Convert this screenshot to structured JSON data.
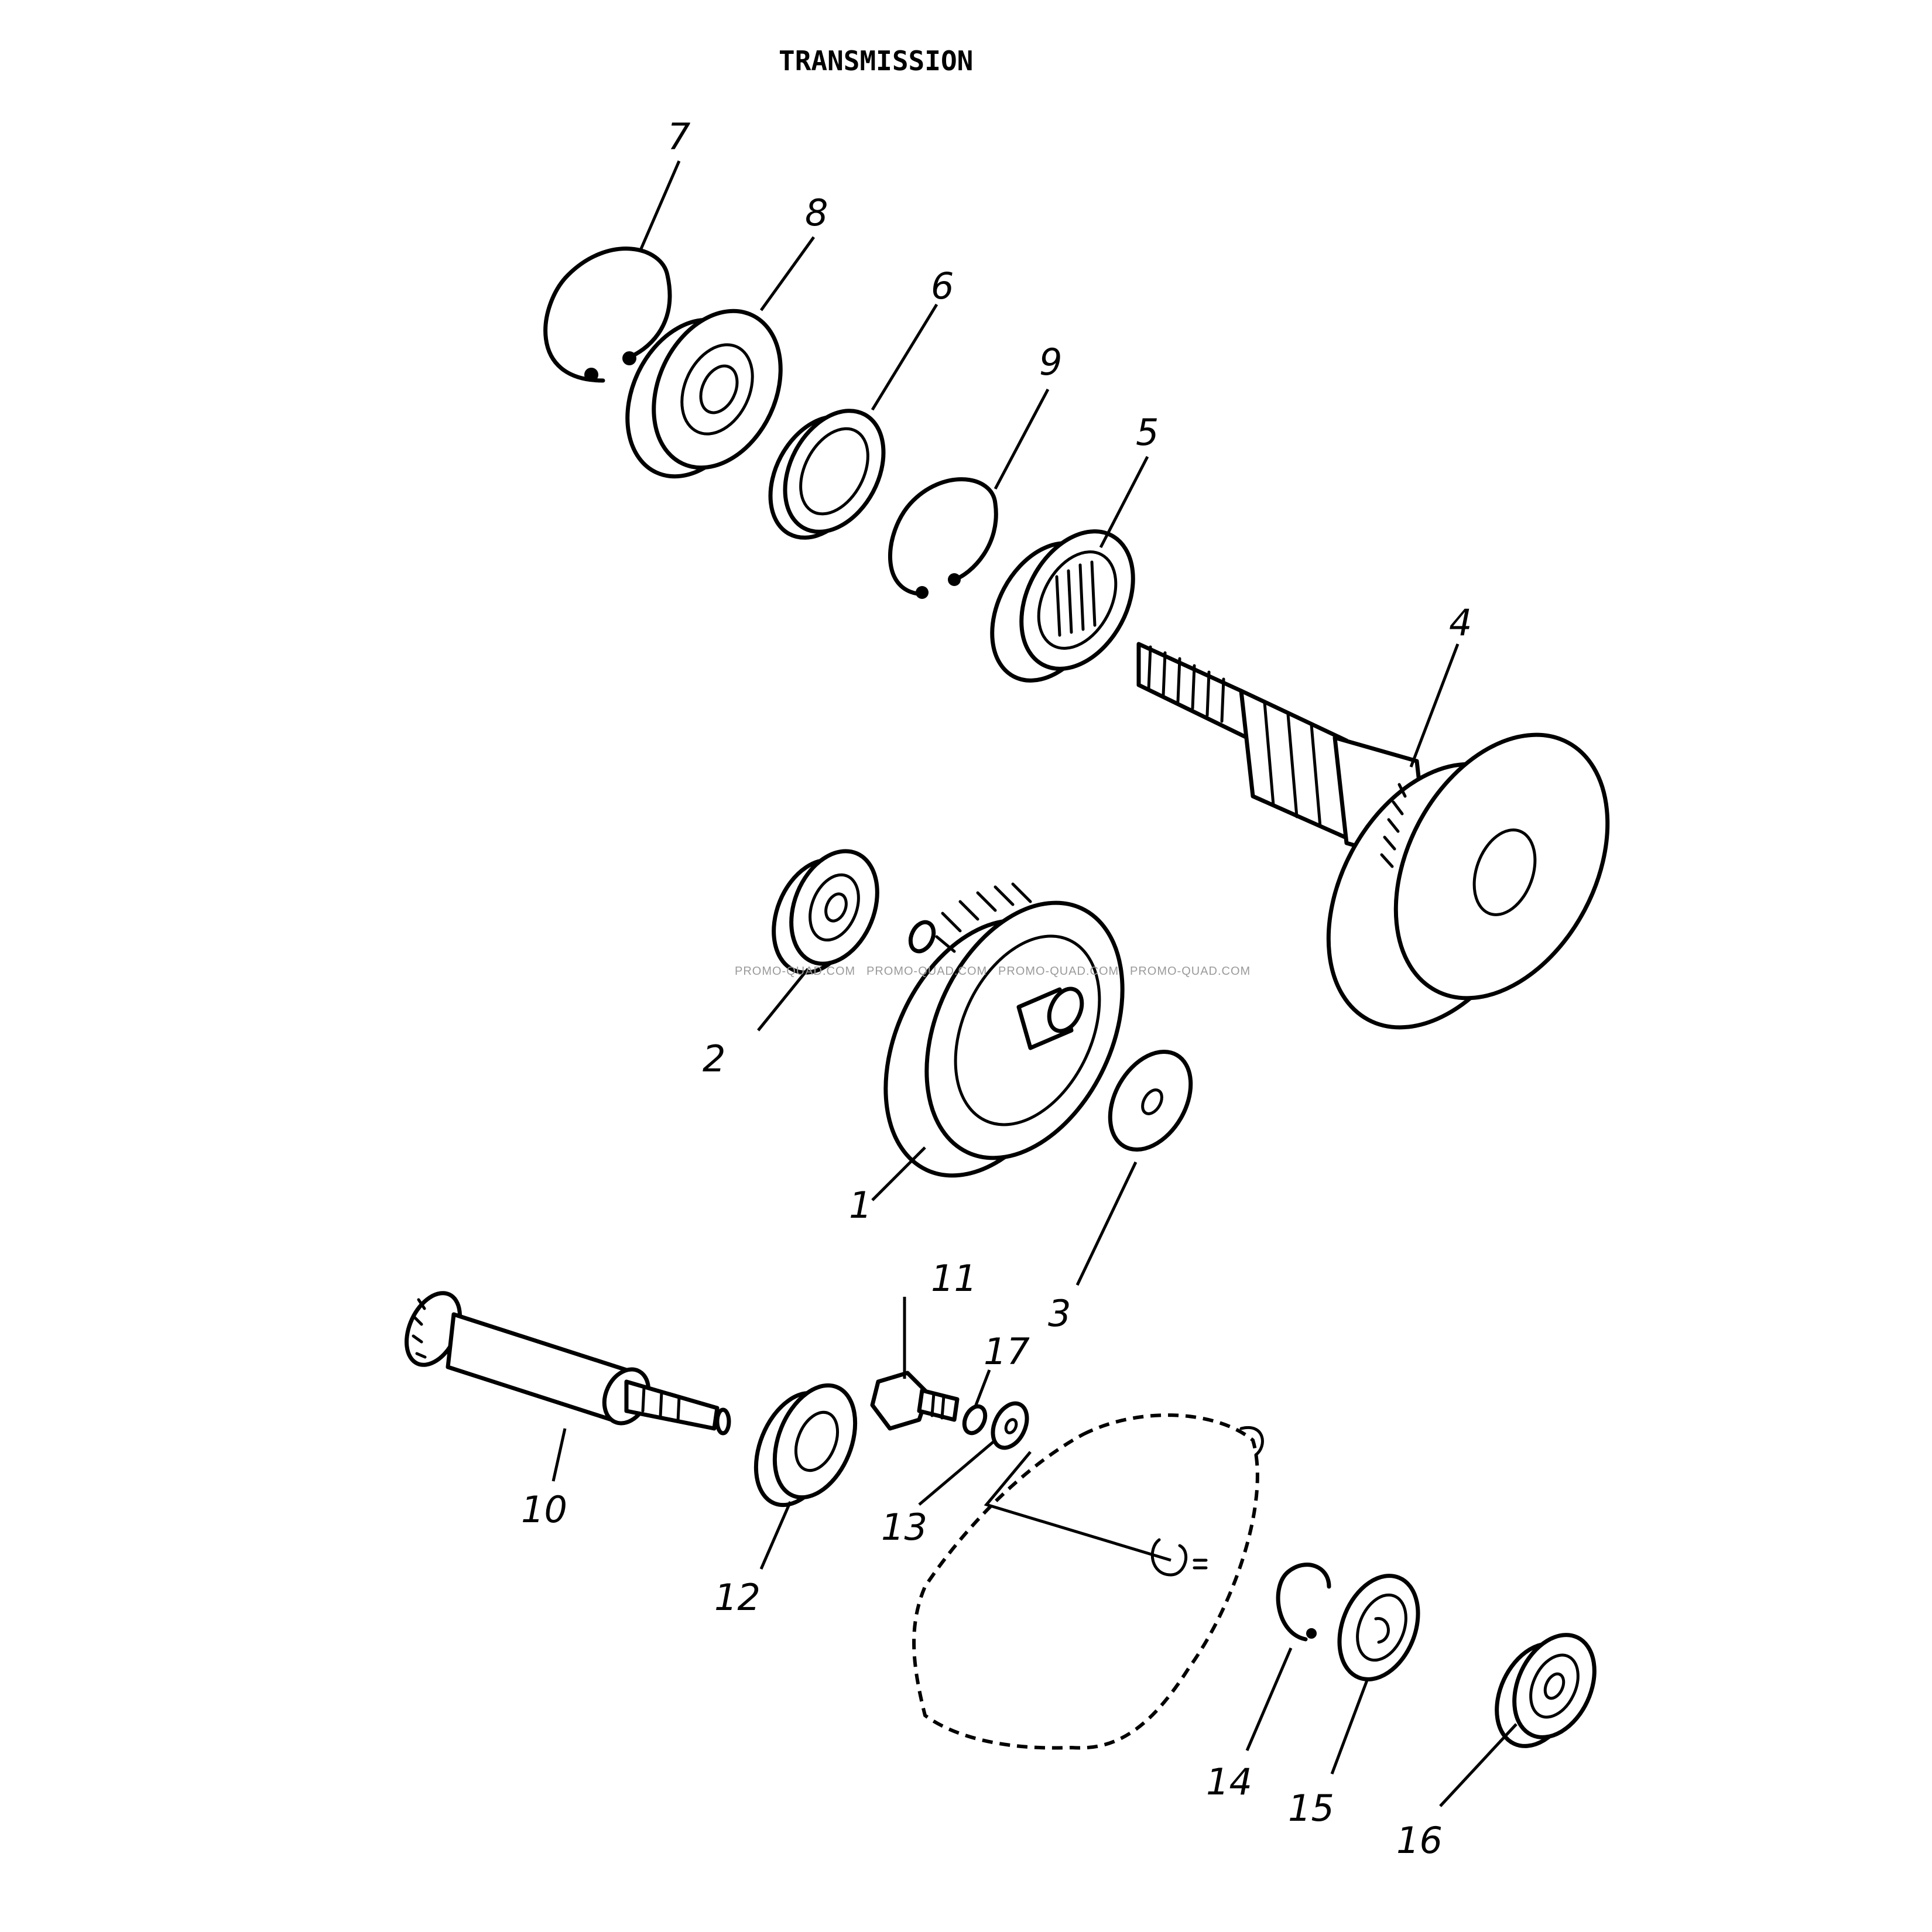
{
  "title": "TRANSMISSION",
  "watermark": "PROMO-QUAD.COM",
  "callouts": {
    "c1": "1",
    "c2": "2",
    "c3": "3",
    "c4": "4",
    "c5": "5",
    "c6": "6",
    "c7": "7",
    "c8": "8",
    "c9": "9",
    "c10": "10",
    "c11": "11",
    "c12": "12",
    "c13": "13",
    "c14": "14",
    "c15": "15",
    "c16": "16",
    "c17": "17"
  }
}
